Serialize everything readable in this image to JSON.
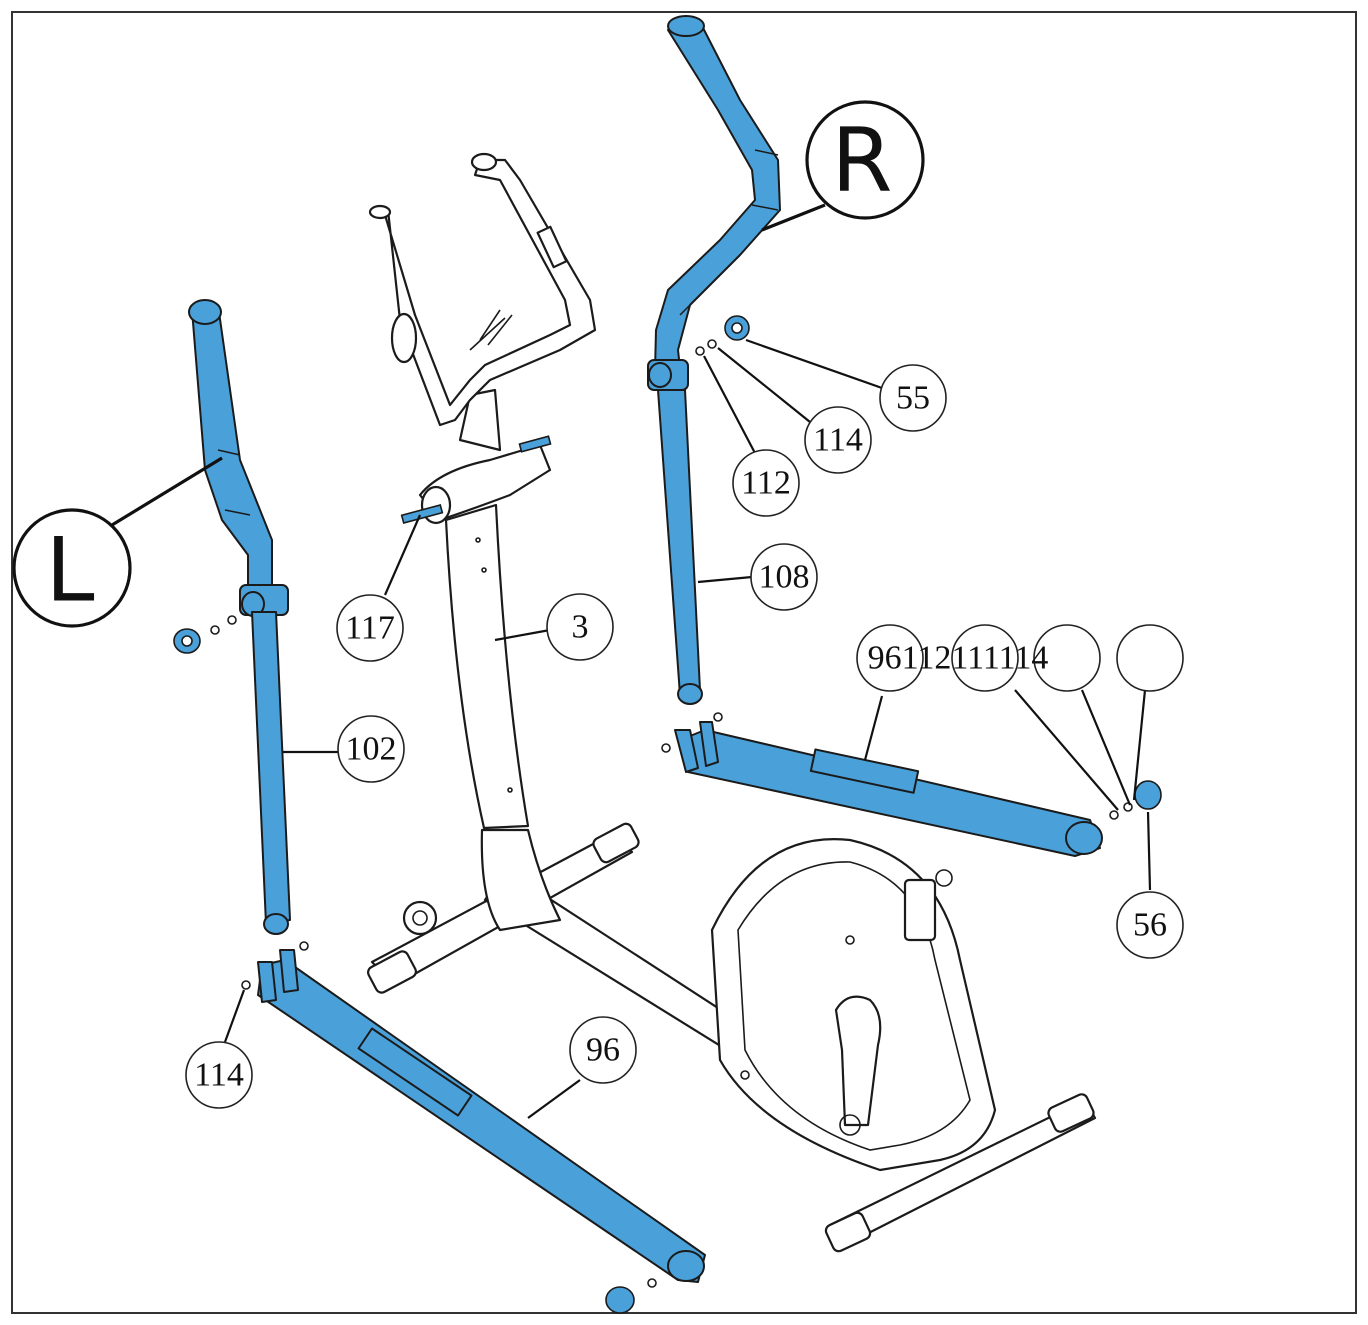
{
  "diagram": {
    "side_labels": [
      {
        "id": "left-side",
        "text": "L"
      },
      {
        "id": "right-side",
        "text": "R"
      }
    ],
    "callouts": [
      {
        "id": "c-55",
        "text": "55"
      },
      {
        "id": "c-114a",
        "text": "114"
      },
      {
        "id": "c-112",
        "text": "112"
      },
      {
        "id": "c-108",
        "text": "108"
      },
      {
        "id": "c-117",
        "text": "117"
      },
      {
        "id": "c-3",
        "text": "3"
      },
      {
        "id": "c-102",
        "text": "102"
      },
      {
        "id": "c-96a",
        "text": "96112111114"
      },
      {
        "id": "c-blank1",
        "text": ""
      },
      {
        "id": "c-blank2",
        "text": ""
      },
      {
        "id": "c-56",
        "text": "56"
      },
      {
        "id": "c-96b",
        "text": "96"
      },
      {
        "id": "c-114b",
        "text": "114"
      }
    ],
    "colors": {
      "highlight_part": "#4aa0d9",
      "line": "#1b1b1b",
      "background": "#ffffff"
    }
  }
}
